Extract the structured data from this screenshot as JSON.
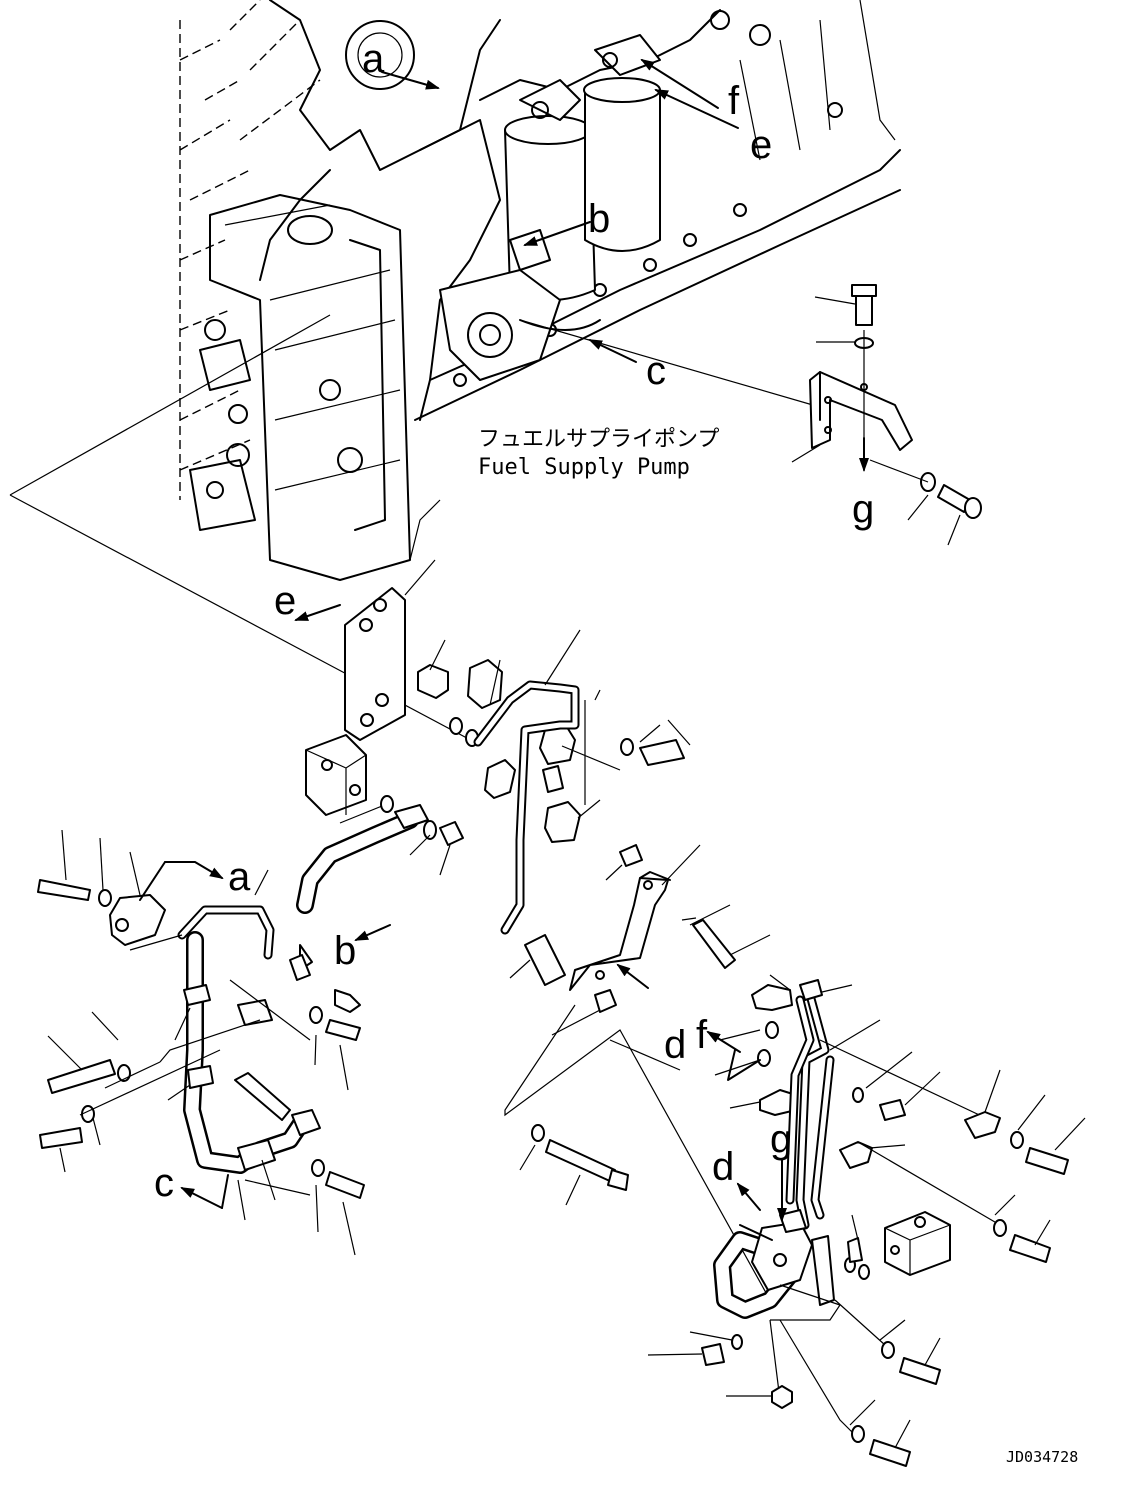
{
  "caption": {
    "jp": "フュエルサプライポンプ",
    "en": "Fuel Supply Pump"
  },
  "callouts": {
    "a": "a",
    "b": "b",
    "c": "c",
    "d": "d",
    "e": "e",
    "f": "f",
    "g": "g"
  },
  "drawing_code": "JD034728"
}
